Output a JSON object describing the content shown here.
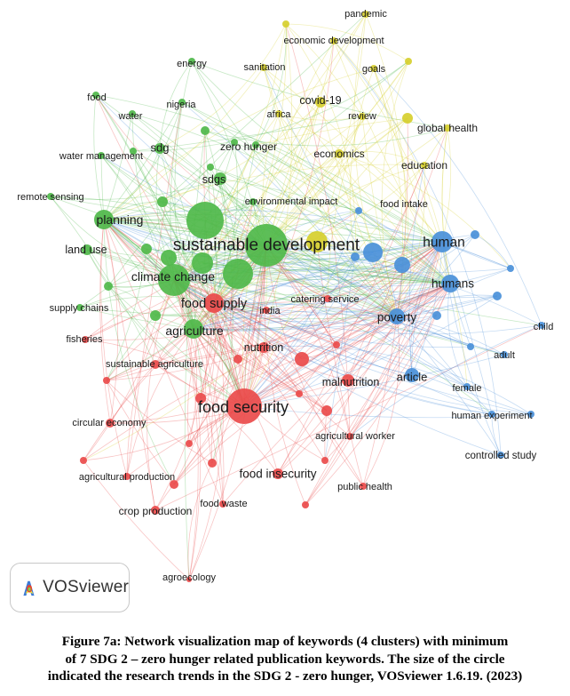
{
  "colors": {
    "red": "#ea4b4b",
    "green": "#4fb84a",
    "blue": "#4a90d9",
    "yellow": "#d6cf2e"
  },
  "map": {
    "nodes": [
      {
        "id": "sustainable_development",
        "label": "sustainable development",
        "cluster": "green",
        "weight": 10
      },
      {
        "id": "climate_change",
        "label": "climate change",
        "cluster": "green",
        "weight": 7
      },
      {
        "id": "planning",
        "label": "planning",
        "cluster": "green",
        "weight": 5
      },
      {
        "id": "agriculture",
        "label": "agriculture",
        "cluster": "green",
        "weight": 5
      },
      {
        "id": "sdgs",
        "label": "sdgs",
        "cluster": "green",
        "weight": 3
      },
      {
        "id": "sdg",
        "label": "sdg",
        "cluster": "green",
        "weight": 3
      },
      {
        "id": "land_use",
        "label": "land use",
        "cluster": "green",
        "weight": 3
      },
      {
        "id": "energy",
        "label": "energy",
        "cluster": "green",
        "weight": 2
      },
      {
        "id": "food_g",
        "label": "food",
        "cluster": "green",
        "weight": 2
      },
      {
        "id": "water",
        "label": "water",
        "cluster": "green",
        "weight": 2
      },
      {
        "id": "nigeria",
        "label": "nigeria",
        "cluster": "green",
        "weight": 2
      },
      {
        "id": "water_management",
        "label": "water management",
        "cluster": "green",
        "weight": 2
      },
      {
        "id": "remote_sensing",
        "label": "remote sensing",
        "cluster": "green",
        "weight": 2
      },
      {
        "id": "supply_chains",
        "label": "supply chains",
        "cluster": "green",
        "weight": 2
      },
      {
        "id": "zero_hunger",
        "label": "zero hunger",
        "cluster": "green",
        "weight": 2
      },
      {
        "id": "environmental_impact",
        "label": "environmental impact",
        "cluster": "green",
        "weight": 2
      },
      {
        "id": "food_security",
        "label": "food security",
        "cluster": "red",
        "weight": 9
      },
      {
        "id": "food_supply",
        "label": "food supply",
        "cluster": "red",
        "weight": 5
      },
      {
        "id": "nutrition",
        "label": "nutrition",
        "cluster": "red",
        "weight": 3
      },
      {
        "id": "malnutrition",
        "label": "malnutrition",
        "cluster": "red",
        "weight": 3
      },
      {
        "id": "food_insecurity",
        "label": "food insecurity",
        "cluster": "red",
        "weight": 3
      },
      {
        "id": "india",
        "label": "india",
        "cluster": "red",
        "weight": 2
      },
      {
        "id": "catering_service",
        "label": "catering service",
        "cluster": "red",
        "weight": 2
      },
      {
        "id": "fisheries",
        "label": "fisheries",
        "cluster": "red",
        "weight": 2
      },
      {
        "id": "sustainable_agriculture",
        "label": "sustainable agriculture",
        "cluster": "red",
        "weight": 2
      },
      {
        "id": "circular_economy",
        "label": "circular economy",
        "cluster": "red",
        "weight": 2
      },
      {
        "id": "agricultural_worker",
        "label": "agricultural worker",
        "cluster": "red",
        "weight": 2
      },
      {
        "id": "agricultural_production",
        "label": "agricultural production",
        "cluster": "red",
        "weight": 2
      },
      {
        "id": "crop_production",
        "label": "crop production",
        "cluster": "red",
        "weight": 2
      },
      {
        "id": "food_waste",
        "label": "food waste",
        "cluster": "red",
        "weight": 2
      },
      {
        "id": "public_health",
        "label": "public health",
        "cluster": "red",
        "weight": 2
      },
      {
        "id": "agroecology",
        "label": "agroecology",
        "cluster": "red",
        "weight": 1
      },
      {
        "id": "human",
        "label": "human",
        "cluster": "blue",
        "weight": 5
      },
      {
        "id": "humans",
        "label": "humans",
        "cluster": "blue",
        "weight": 4
      },
      {
        "id": "poverty",
        "label": "poverty",
        "cluster": "blue",
        "weight": 4
      },
      {
        "id": "article",
        "label": "article",
        "cluster": "blue",
        "weight": 3
      },
      {
        "id": "child",
        "label": "child",
        "cluster": "blue",
        "weight": 2
      },
      {
        "id": "adult",
        "label": "adult",
        "cluster": "blue",
        "weight": 2
      },
      {
        "id": "female",
        "label": "female",
        "cluster": "blue",
        "weight": 2
      },
      {
        "id": "human_experiment",
        "label": "human experiment",
        "cluster": "blue",
        "weight": 2
      },
      {
        "id": "controlled_study",
        "label": "controlled study",
        "cluster": "blue",
        "weight": 2
      },
      {
        "id": "food_intake",
        "label": "food intake",
        "cluster": "blue",
        "weight": 2
      },
      {
        "id": "pandemic",
        "label": "pandemic",
        "cluster": "yellow",
        "weight": 2
      },
      {
        "id": "economic_development",
        "label": "economic development",
        "cluster": "yellow",
        "weight": 2
      },
      {
        "id": "sanitation",
        "label": "sanitation",
        "cluster": "yellow",
        "weight": 2
      },
      {
        "id": "goals",
        "label": "goals",
        "cluster": "yellow",
        "weight": 2
      },
      {
        "id": "covid_19",
        "label": "covid-19",
        "cluster": "yellow",
        "weight": 3
      },
      {
        "id": "africa",
        "label": "africa",
        "cluster": "yellow",
        "weight": 2
      },
      {
        "id": "review",
        "label": "review",
        "cluster": "yellow",
        "weight": 2
      },
      {
        "id": "global_health",
        "label": "global health",
        "cluster": "yellow",
        "weight": 2
      },
      {
        "id": "economics",
        "label": "economics",
        "cluster": "yellow",
        "weight": 2
      },
      {
        "id": "education",
        "label": "education",
        "cluster": "yellow",
        "weight": 2
      }
    ]
  },
  "brand": {
    "name": "VOSviewer",
    "icon": "vosviewer-logo-icon"
  },
  "caption": {
    "line1": "Figure 7a: Network visualization map of keywords (4 clusters) with minimum",
    "line2": "of 7 SDG 2 – zero hunger related publication keywords. The size of the circle",
    "line3": "indicated the research trends in the SDG 2 - zero hunger, VOSviewer 1.6.19. (2023)"
  }
}
